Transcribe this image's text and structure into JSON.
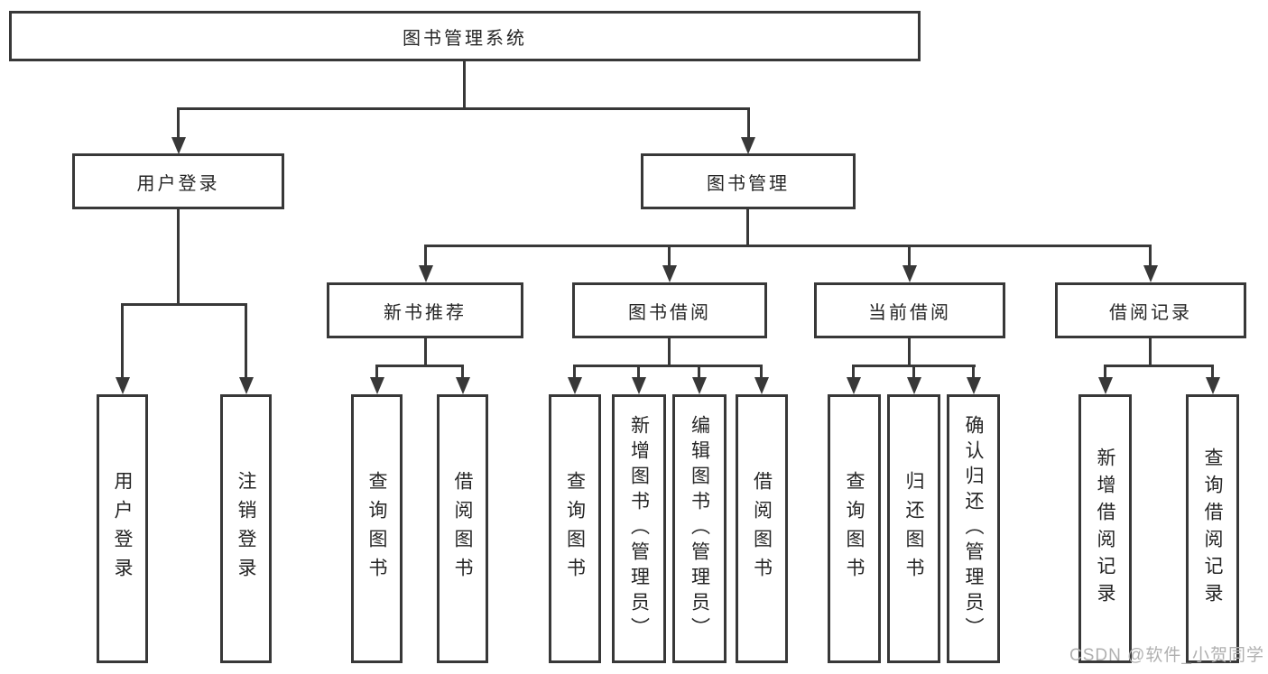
{
  "tree": {
    "label": "图书管理系统",
    "children": [
      {
        "label": "用户登录",
        "children": [
          {
            "label": "用户登录"
          },
          {
            "label": "注销登录"
          }
        ]
      },
      {
        "label": "图书管理",
        "children": [
          {
            "label": "新书推荐",
            "children": [
              {
                "label": "查询图书"
              },
              {
                "label": "借阅图书"
              }
            ]
          },
          {
            "label": "图书借阅",
            "children": [
              {
                "label": "查询图书"
              },
              {
                "label": "新增图书（管理员）"
              },
              {
                "label": "编辑图书（管理员）"
              },
              {
                "label": "借阅图书"
              }
            ]
          },
          {
            "label": "当前借阅",
            "children": [
              {
                "label": "查询图书"
              },
              {
                "label": "归还图书"
              },
              {
                "label": "确认归还（管理员）"
              }
            ]
          },
          {
            "label": "借阅记录",
            "children": [
              {
                "label": "新增借阅记录"
              },
              {
                "label": "查询借阅记录"
              }
            ]
          }
        ]
      }
    ]
  },
  "watermark": "CSDN @软件_小贺同学",
  "colors": {
    "line": "#383838",
    "text": "#262626",
    "background": "#ffffff",
    "watermark": "#b0b0b0"
  },
  "chart_type": "hierarchy-diagram"
}
